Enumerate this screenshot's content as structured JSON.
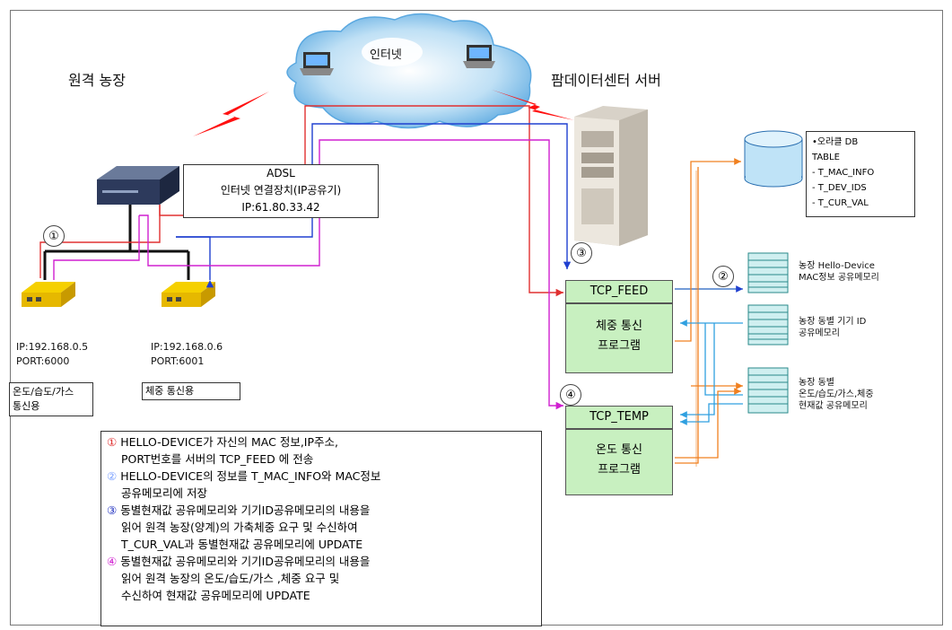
{
  "labels": {
    "remote_farm": "원격 농장",
    "internet": "인터넷",
    "datacenter": "팜데이터센터 서버",
    "adsl": [
      "ADSL",
      "인터넷 연결장치(IP공유기)",
      "IP:61.80.33.42"
    ],
    "device1_ip": "IP:192.168.0.5",
    "device1_port": "PORT:6000",
    "device2_ip": "IP:192.168.0.6",
    "device2_port": "PORT:6001",
    "device1_role": [
      "온도/습도/가스",
      "통신용"
    ],
    "device2_role": "체중 통신용",
    "tcp_feed": "TCP_FEED",
    "tcp_feed_prog": [
      "체중 통신",
      "프로그램"
    ],
    "tcp_temp": "TCP_TEMP",
    "tcp_temp_prog": [
      "온도 통신",
      "프로그램"
    ],
    "db_info": [
      "•오라클 DB",
      "TABLE",
      "- T_MAC_INFO",
      "- T_DEV_IDS",
      "- T_CUR_VAL"
    ],
    "mem1": [
      "농장 Hello-Device",
      "MAC정보 공유메모리"
    ],
    "mem2": [
      "농장 동별 기기 ID",
      "공유메모리"
    ],
    "mem3": [
      "농장 동별",
      "온도/습도/가스,체중",
      "현재값 공유메모리"
    ],
    "step_numbers": [
      "①",
      "②",
      "③",
      "④"
    ]
  },
  "legend": [
    {
      "marker": "①",
      "color": "#e03030",
      "lines": [
        "HELLO-DEVICE가 자신의 MAC 정보,IP주소,",
        "PORT번호를 서버의 TCP_FEED 에 전송"
      ]
    },
    {
      "marker": "②",
      "color": "#7aa0ff",
      "lines": [
        "HELLO-DEVICE의 정보를 T_MAC_INFO와 MAC정보",
        "공유메모리에 저장"
      ]
    },
    {
      "marker": "③",
      "color": "#2030c0",
      "lines": [
        "동별현재값 공유메모리와 기기ID공유메모리의 내용을",
        "읽어 원격 농장(양계)의 가축체중 요구 및 수신하여",
        "T_CUR_VAL과 동별현재값 공유메모리에 UPDATE"
      ]
    },
    {
      "marker": "④",
      "color": "#d020d0",
      "lines": [
        "동별현재값 공유메모리와 기기ID공유메모리의 내용을",
        "읽어 원격 농장의 온도/습도/가스 ,체중 요구 및",
        "수신하여 현재값  공유메모리에  UPDATE"
      ]
    }
  ]
}
